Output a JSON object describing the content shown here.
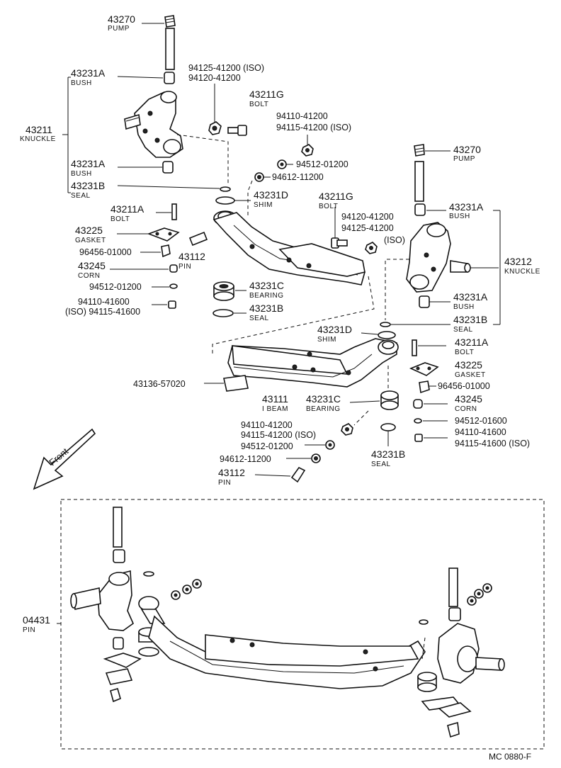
{
  "labels": [
    {
      "id": "pump-l",
      "num": "43270",
      "sub": "PUMP"
    },
    {
      "id": "bush-l1",
      "num": "43231A",
      "sub": "BUSH"
    },
    {
      "id": "knuckle-l",
      "num": "43211",
      "sub": "KNUCKLE"
    },
    {
      "id": "bush-l2",
      "num": "43231A",
      "sub": "BUSH"
    },
    {
      "id": "seal-l1",
      "num": "43231B",
      "sub": "SEAL"
    },
    {
      "id": "bolt-l1",
      "num": "43211A",
      "sub": "BOLT"
    },
    {
      "id": "gasket-l",
      "num": "43225",
      "sub": "GASKET"
    },
    {
      "id": "pin-l1",
      "num": "43112",
      "sub": "PIN"
    },
    {
      "id": "corn-l",
      "num": "43245",
      "sub": "CORN"
    },
    {
      "id": "bolt-g1",
      "num": "43211G",
      "sub": "BOLT"
    },
    {
      "id": "shim-l",
      "num": "43231D",
      "sub": "SHIM"
    },
    {
      "id": "bolt-g2",
      "num": "43211G",
      "sub": "BOLT"
    },
    {
      "id": "bearing-l1",
      "num": "43231C",
      "sub": "BEARING"
    },
    {
      "id": "seal-l2",
      "num": "43231B",
      "sub": "SEAL"
    },
    {
      "id": "pump-r",
      "num": "43270",
      "sub": "PUMP"
    },
    {
      "id": "bush-r1",
      "num": "43231A",
      "sub": "BUSH"
    },
    {
      "id": "knuckle-r",
      "num": "43212",
      "sub": "KNUCKLE"
    },
    {
      "id": "bush-r2",
      "num": "43231A",
      "sub": "BUSH"
    },
    {
      "id": "seal-r1",
      "num": "43231B",
      "sub": "SEAL"
    },
    {
      "id": "shim-r",
      "num": "43231D",
      "sub": "SHIM"
    },
    {
      "id": "bolt-r1",
      "num": "43211A",
      "sub": "BOLT"
    },
    {
      "id": "gasket-r",
      "num": "43225",
      "sub": "GASKET"
    },
    {
      "id": "corn-r",
      "num": "43245",
      "sub": "CORN"
    },
    {
      "id": "ibeam-l",
      "num": "43111",
      "sub": "I BEAM"
    },
    {
      "id": "bearing-r",
      "num": "43231C",
      "sub": "BEARING"
    },
    {
      "id": "seal-r2",
      "num": "43231B",
      "sub": "SEAL"
    },
    {
      "id": "pin-l2",
      "num": "43112",
      "sub": "PIN"
    },
    {
      "id": "pin-asm",
      "num": "04431",
      "sub": "PIN"
    }
  ],
  "part_numbers": [
    {
      "id": "p1",
      "text": "94125-41200 (ISO)"
    },
    {
      "id": "p2",
      "text": "94120-41200"
    },
    {
      "id": "p3",
      "text": "94110-41200"
    },
    {
      "id": "p4",
      "text": "94115-41200 (ISO)"
    },
    {
      "id": "p5",
      "text": "94512-01200"
    },
    {
      "id": "p6",
      "text": "94612-11200"
    },
    {
      "id": "p7",
      "text": "96456-01000"
    },
    {
      "id": "p8",
      "text": "94512-01200"
    },
    {
      "id": "p9",
      "text": "94110-41600"
    },
    {
      "id": "p10",
      "text": "(ISO) 94115-41600"
    },
    {
      "id": "p11",
      "text": "94120-41200"
    },
    {
      "id": "p12",
      "text": "94125-41200"
    },
    {
      "id": "p13",
      "text": "(ISO)"
    },
    {
      "id": "p14",
      "text": "43136-57020"
    },
    {
      "id": "p15",
      "text": "96456-01000"
    },
    {
      "id": "p16",
      "text": "94512-01600"
    },
    {
      "id": "p17",
      "text": "94110-41600"
    },
    {
      "id": "p18",
      "text": "94115-41600 (ISO)"
    },
    {
      "id": "p19",
      "text": "94110-41200"
    },
    {
      "id": "p20",
      "text": "94115-41200 (ISO)"
    },
    {
      "id": "p21",
      "text": "94512-01200"
    },
    {
      "id": "p22",
      "text": "94612-11200"
    }
  ],
  "front_label": "Front",
  "footer_code": "MC  0880-F"
}
